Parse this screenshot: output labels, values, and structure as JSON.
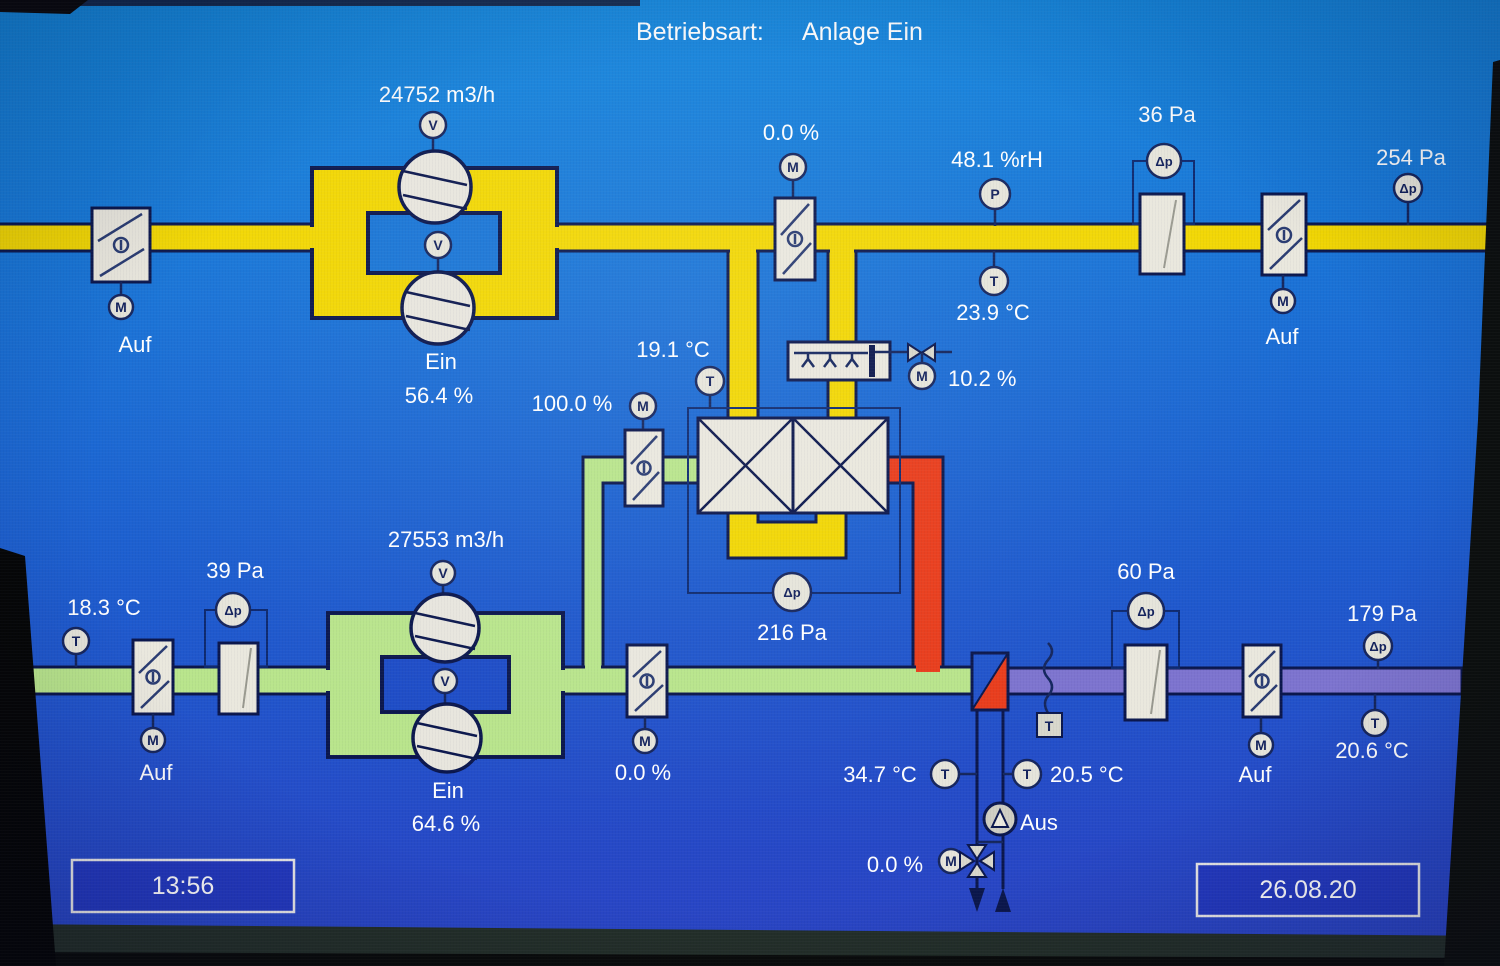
{
  "title": {
    "label": "Betriebsart:",
    "value": "Anlage Ein"
  },
  "icons": {
    "motor": "M",
    "temp": "T",
    "flow": "V",
    "humidity": "P",
    "dp": "Δp",
    "probe": "T"
  },
  "exhaust_line": {
    "damper_left_state": "Auf",
    "fan_flow": "24752 m3/h",
    "fan_status": "Ein",
    "fan_speed": "56.4 %",
    "recirc_damper_pos": "0.0 %",
    "humidity": "48.1 %rH",
    "temp": "23.9 °C",
    "filter_dp": "36 Pa",
    "damper_right_state": "Auf",
    "duct_pressure": "254 Pa"
  },
  "heat_recovery": {
    "inlet_temp": "19.1 °C",
    "damper_pos": "100.0 %",
    "dp": "216 Pa"
  },
  "humidifier": {
    "valve_pos": "10.2 %"
  },
  "supply_line": {
    "outside_temp": "18.3 °C",
    "damper_left_state": "Auf",
    "filter_dp": "39 Pa",
    "fan_flow": "27553 m3/h",
    "fan_status": "Ein",
    "fan_speed": "64.6 %",
    "mid_damper_pos": "0.0 %",
    "heater_flow_temp": "34.7 °C",
    "heater_return_temp": "20.5 °C",
    "pump_state": "Aus",
    "valve_pos": "0.0 %",
    "filter_dp_2": "60 Pa",
    "damper_right_state": "Auf",
    "duct_pressure": "179 Pa",
    "supply_temp": "20.6 °C"
  },
  "footer": {
    "time": "13:56",
    "date": "26.08.20"
  }
}
